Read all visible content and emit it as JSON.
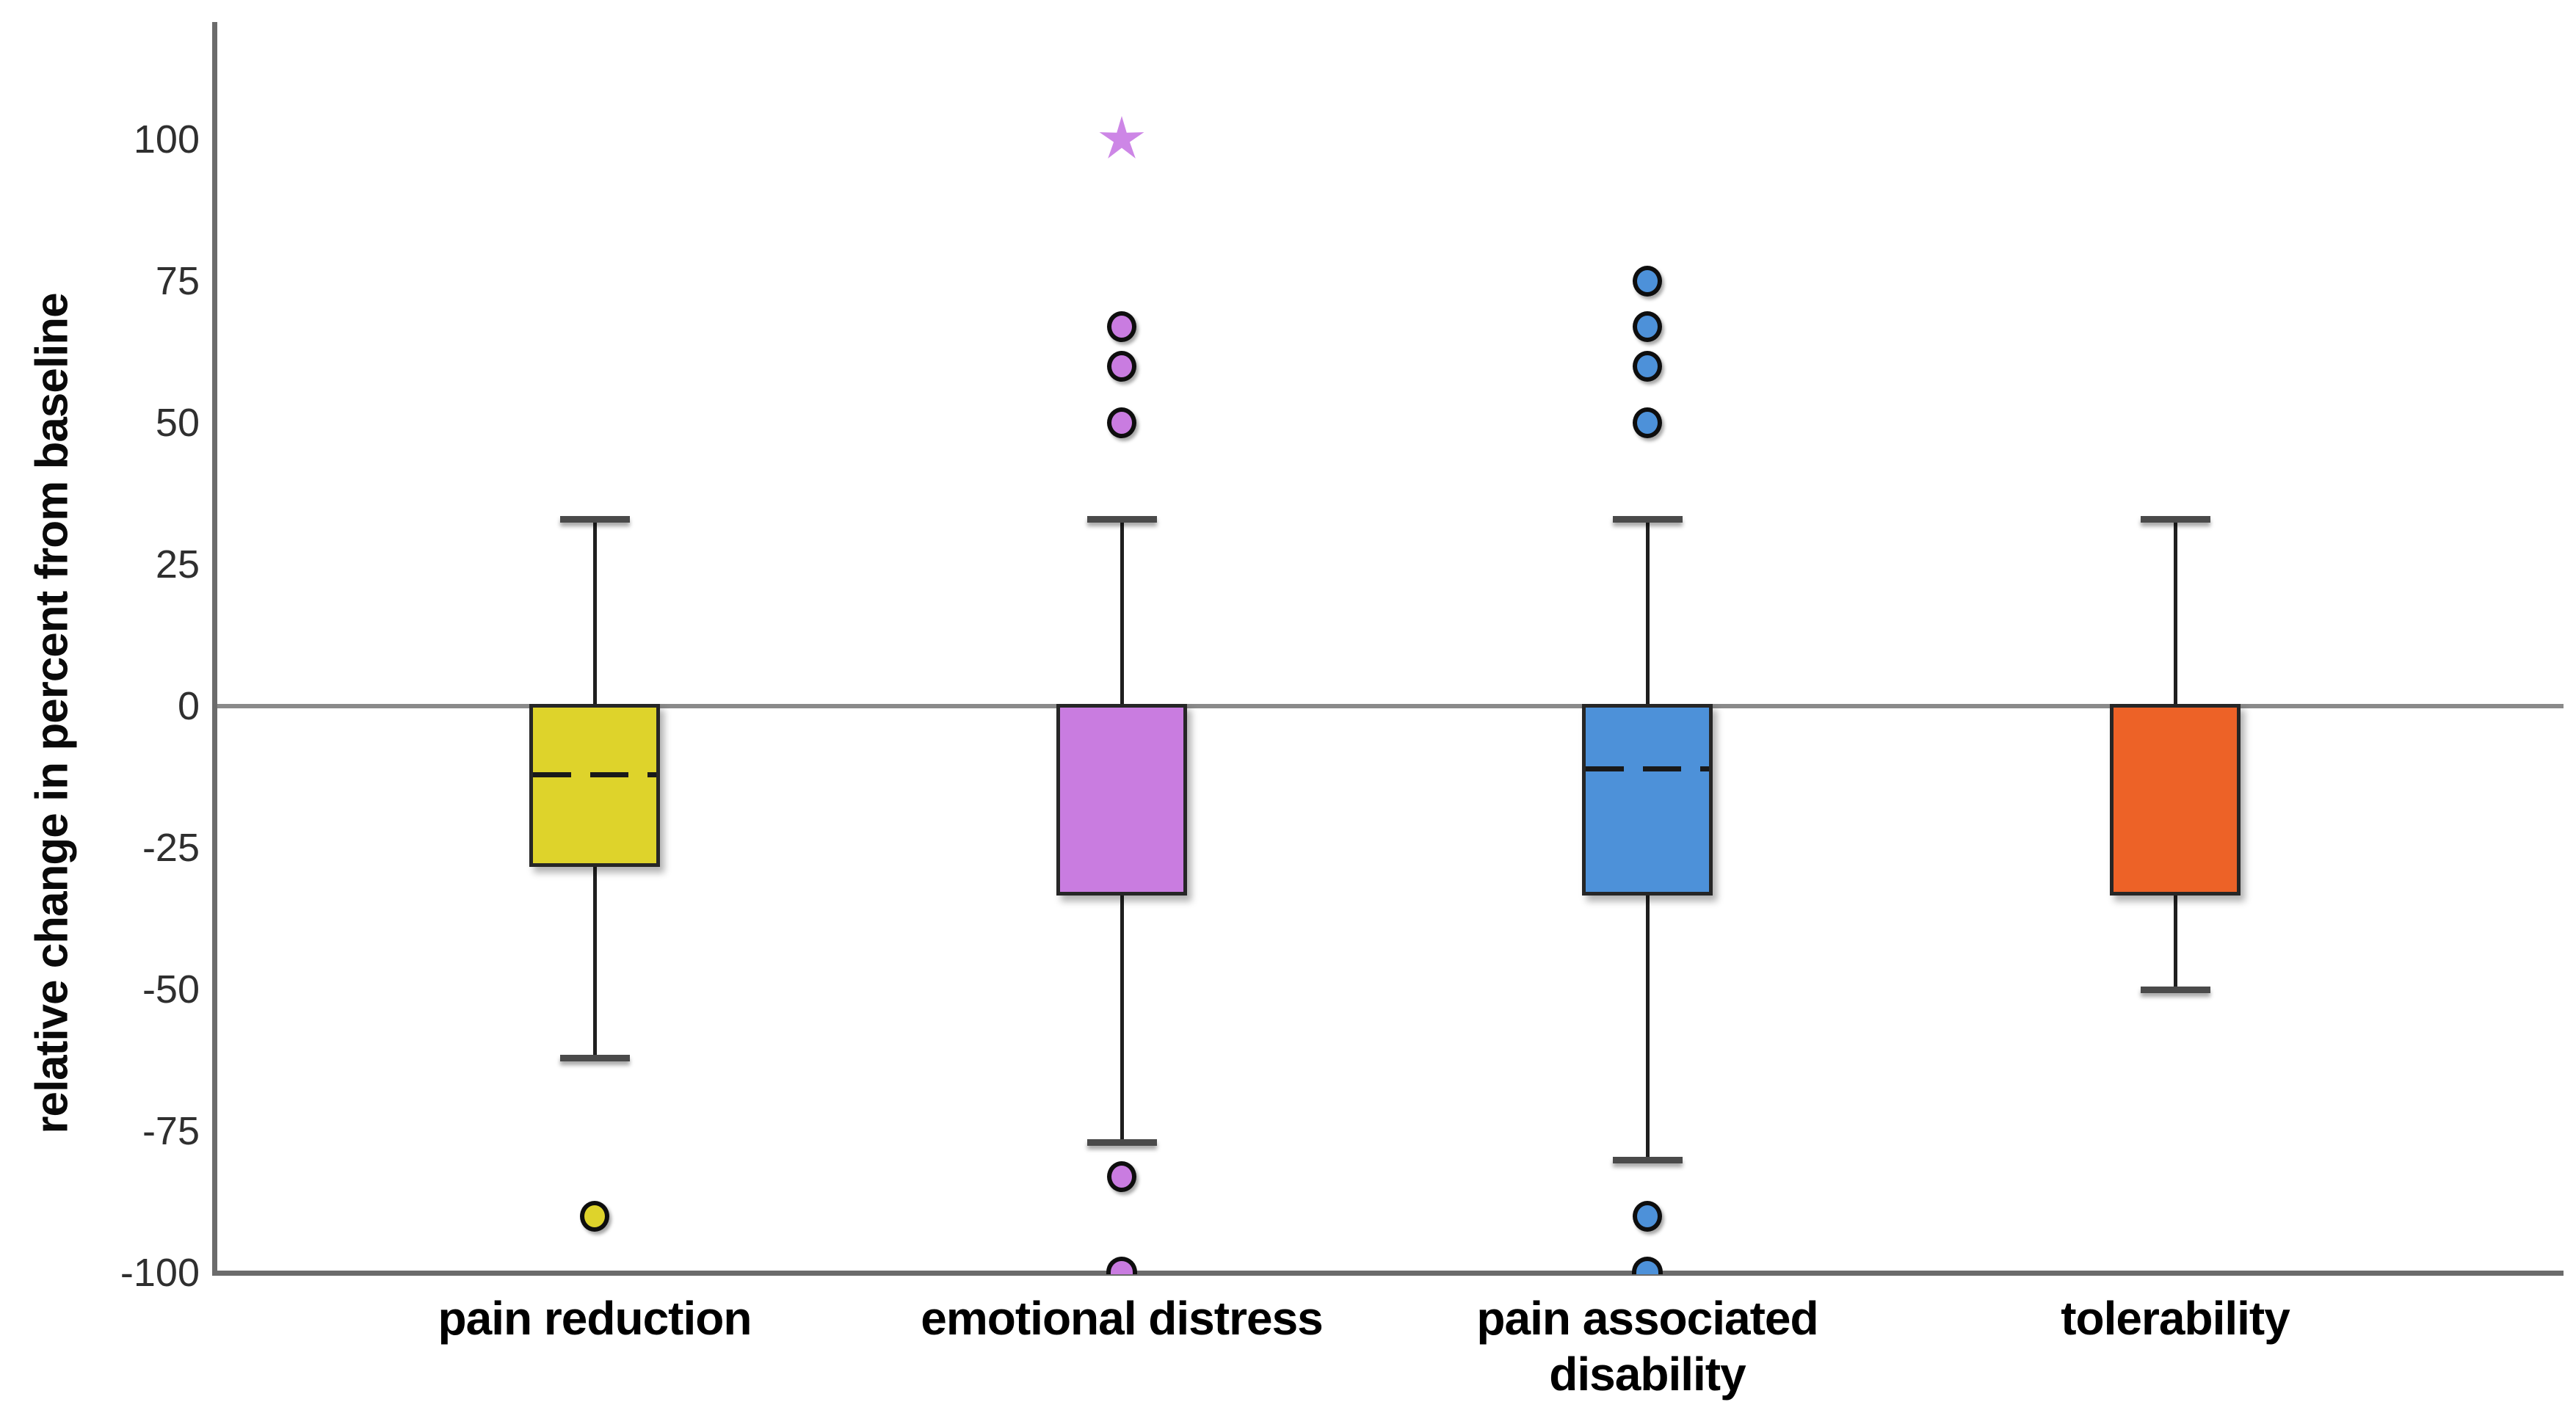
{
  "chart_data": {
    "type": "box",
    "title": "",
    "ylabel": "relative change in percent from baseline",
    "xlabel": "",
    "ylim": [
      -100,
      100
    ],
    "yticks": [
      100,
      75,
      50,
      25,
      0,
      -25,
      -50,
      -75,
      -100
    ],
    "grid": false,
    "zero_reference_line": true,
    "legend": "none",
    "categories": [
      "pain reduction",
      "emotional distress",
      "pain associated disability",
      "tolerability"
    ],
    "series": [
      {
        "name": "pain reduction",
        "label_lines": [
          "pain reduction"
        ],
        "color": "#ded32b",
        "q3": 0,
        "median": -12,
        "q1": -28,
        "whisker_high": 33,
        "whisker_low": -62,
        "median_visible": true,
        "outliers": [
          {
            "value": -90,
            "marker": "circle"
          }
        ]
      },
      {
        "name": "emotional distress",
        "label_lines": [
          "emotional distress"
        ],
        "color": "#c97ce0",
        "q3": 0,
        "median": -33,
        "q1": -33,
        "whisker_high": 33,
        "whisker_low": -77,
        "median_visible": false,
        "outliers": [
          {
            "value": 100,
            "marker": "star"
          },
          {
            "value": 67,
            "marker": "circle"
          },
          {
            "value": 60,
            "marker": "circle"
          },
          {
            "value": 50,
            "marker": "circle"
          },
          {
            "value": -83,
            "marker": "circle"
          },
          {
            "value": -100,
            "marker": "circle",
            "clipped_at_axis": true
          }
        ]
      },
      {
        "name": "pain associated disability",
        "label_lines": [
          "pain associated",
          "disability"
        ],
        "color": "#4d91d9",
        "q3": 0,
        "median": -11,
        "q1": -33,
        "whisker_high": 33,
        "whisker_low": -80,
        "median_visible": true,
        "outliers": [
          {
            "value": 75,
            "marker": "circle"
          },
          {
            "value": 67,
            "marker": "circle"
          },
          {
            "value": 60,
            "marker": "circle"
          },
          {
            "value": 50,
            "marker": "circle"
          },
          {
            "value": -90,
            "marker": "circle"
          },
          {
            "value": -100,
            "marker": "circle",
            "clipped_at_axis": true
          }
        ]
      },
      {
        "name": "tolerability",
        "label_lines": [
          "tolerability"
        ],
        "color": "#ed6227",
        "q3": 0,
        "median": -33,
        "q1": -33,
        "whisker_high": 33,
        "whisker_low": -50,
        "median_visible": false,
        "outliers": []
      }
    ],
    "colors": {
      "axis_line": "#6b6b6b",
      "zero_reference_line": "#8a8a8a",
      "box_border": "#262626",
      "whisker": "#1f1f1f",
      "star_outlier": "#cd86e6"
    }
  }
}
